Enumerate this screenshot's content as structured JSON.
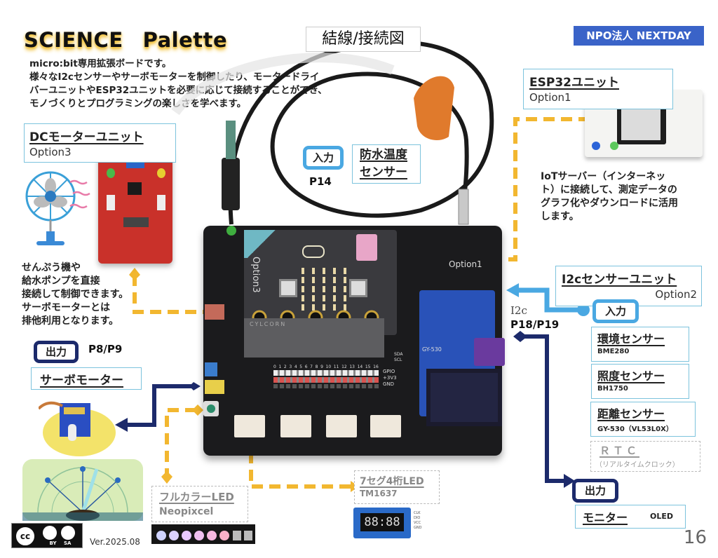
{
  "header": {
    "title_part1": "SCIENCE",
    "title_part2": "Palette",
    "diagram_title": "結線/接続図",
    "org_badge": "NPO法人 NEXTDAY"
  },
  "intro": {
    "line1": "micro:bit専用拡張ボードです。",
    "line2": "様々なI2cセンサーやサーボモーターを制御したり、モータードライ",
    "line3": "バーユニットやESP32ユニットを必要に応じて接続することができ、",
    "line4": "モノづくりとプログラミングの楽しさを学べます。"
  },
  "esp32": {
    "name": "ESP32ユニット",
    "option": "Option1",
    "desc": [
      "IoTサーバー（インターネッ",
      "ト）に接続して、測定データの",
      "グラフ化やダウンロードに活用",
      "します。"
    ]
  },
  "dc_motor": {
    "name": "DCモーターユニット",
    "option": "Option3",
    "desc": [
      "せんぷう機や",
      "給水ポンプを直接",
      "接続して制御できます。",
      "サーボモーターとは",
      "排他利用となります。"
    ]
  },
  "servo": {
    "badge": "出力",
    "pins": "P8/P9",
    "name": "サーボモーター"
  },
  "temp_sensor": {
    "badge": "入力",
    "pin": "P14",
    "name_line1": "防水温度",
    "name_line2": "センサー"
  },
  "i2c": {
    "name": "I2cセンサーユニット",
    "option": "Option2",
    "badge": "入力",
    "bus_label": "I2c",
    "pins": "P18/P19",
    "sensors": [
      {
        "name": "環境センサー",
        "model": "BME280"
      },
      {
        "name": "照度センサー",
        "model": "BH1750"
      },
      {
        "name": "距離センサー",
        "model": "GY-530（VL53L0X）"
      }
    ],
    "rtc": {
      "name": "ＲＴＣ",
      "desc": "（リアルタイムクロック）"
    }
  },
  "monitor": {
    "badge": "出力",
    "name": "モニター",
    "type": "OLED"
  },
  "neopixel": {
    "name": "フルカラーLED",
    "model": "Neopixcel"
  },
  "seg7": {
    "name": "7セグ4桁LED",
    "model": "TM1637",
    "display": "88:88",
    "pins": [
      "CLK",
      "DIO",
      "VCC",
      "GND"
    ]
  },
  "board": {
    "option1_label": "Option1",
    "option3_label": "Option3",
    "gpio_label": "GPIO",
    "v33_label": "+3V3",
    "gnd_label": "GND",
    "gpio_numbers": [
      "0",
      "1",
      "2",
      "3",
      "4",
      "5",
      "6",
      "7",
      "8",
      "9",
      "10",
      "11",
      "12",
      "13",
      "14",
      "15",
      "16"
    ],
    "brand": "CYLCORN",
    "sda": "SDA",
    "scl": "SCL",
    "gy530": "GY-530"
  },
  "footer": {
    "license": "BY SA",
    "license_cc": "cc",
    "version": "Ver.2025.08",
    "page_number": "16"
  },
  "colors": {
    "accent_yellow": "#f2b730",
    "input_blue": "#4aa8e2",
    "output_navy": "#1c2a6b",
    "box_border": "#7cc3dd",
    "npo_blue": "#3a63c8"
  }
}
